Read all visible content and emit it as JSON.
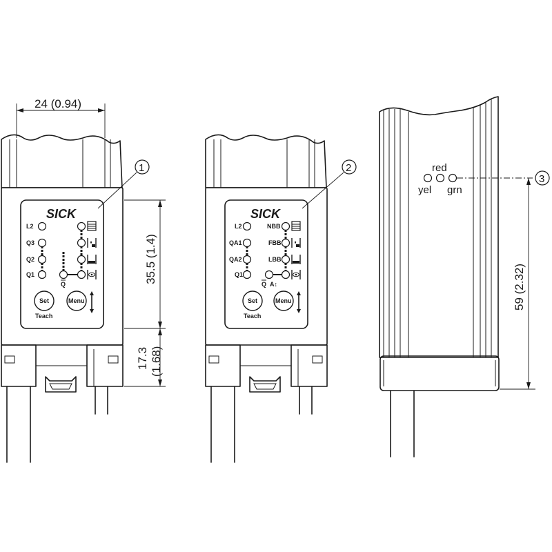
{
  "dimensions": {
    "width": "24 (0.94)",
    "window_height": "35.5 (1.4)",
    "lower_height_a": "17.3",
    "lower_height_b": "(1.68)",
    "side_height": "59 (2.32)"
  },
  "callouts": {
    "one": "1",
    "two": "2",
    "three": "3"
  },
  "brand": "SICK",
  "view1": {
    "left_leds": [
      "L2",
      "Q3",
      "Q2",
      "Q1"
    ],
    "qbar": "Q",
    "set_label": "Set",
    "menu_label": "Menu",
    "teach_label": "Teach"
  },
  "view2": {
    "left_leds": [
      "L2",
      "QA1",
      "QA2",
      "Q1"
    ],
    "right_leds": [
      "NBB",
      "FBB",
      "LBB"
    ],
    "qbar": "Q",
    "a_label": "A↕",
    "set_label": "Set",
    "menu_label": "Menu",
    "teach_label": "Teach"
  },
  "status_leds": {
    "red": "red",
    "yel": "yel",
    "grn": "grn"
  },
  "icons": [
    "level-full-icon",
    "drop-level-icon",
    "low-level-icon",
    "eye-icon",
    "up-down-arrow-icon"
  ]
}
